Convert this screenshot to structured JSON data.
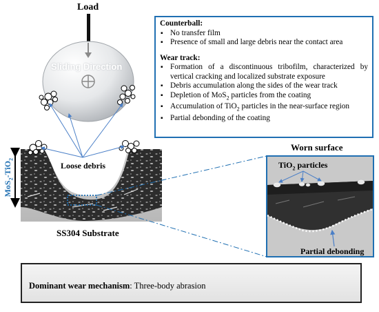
{
  "load_label": "Load",
  "ball_label": "Sliding Direction",
  "loose_debris_label": "Loose debris",
  "coating_label": "MoS₂-TiO₂",
  "coating_label_parts": {
    "a": "MoS",
    "a_sub": "2",
    "b": "-TiO",
    "b_sub": "2"
  },
  "substrate_label": "SS304 Substrate",
  "worn_surface_title": "Worn surface",
  "tio2_label": {
    "a": "TiO",
    "a_sub": "2",
    "b": " particles"
  },
  "debonding_label": "Partial debonding",
  "counterball": {
    "heading": "Counterball:",
    "items": [
      "No transfer film",
      "Presence of small and large debris near the contact area"
    ]
  },
  "wear_track": {
    "heading": "Wear track:",
    "items": [
      {
        "text": "Formation of a discontinuous tribofilm, characterized by vertical cracking and localized substrate exposure"
      },
      {
        "text": "Debris accumulation along the sides of the wear track"
      },
      {
        "pre": "Depletion of MoS",
        "sub": "2",
        "post": " particles from the coating"
      },
      {
        "pre": "Accumulation of TiO",
        "sub": "2",
        "post": " particles in the near-surface region"
      },
      {
        "text": "Partial debonding of the coating"
      }
    ]
  },
  "mechanism": {
    "label": "Dominant wear mechanism",
    "value": ": Three-body abrasion"
  },
  "colors": {
    "accent": "#1f6fb2",
    "arrow": "#4a7fc7",
    "coating": "#2a2a2a",
    "substrate": "#bdbdbd"
  }
}
